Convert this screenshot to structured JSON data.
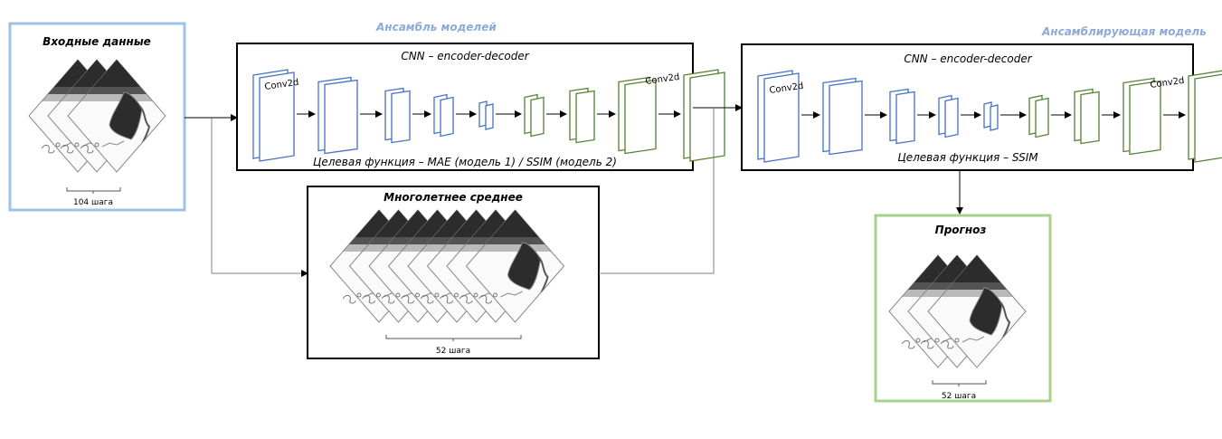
{
  "colors": {
    "input_border": "#9dc3e6",
    "forecast_border": "#a9d18e",
    "encoder_layer": "#4472c4",
    "decoder_layer": "#548235",
    "group_label": "#8eaadb",
    "box_border": "#000000",
    "connector": "#808080"
  },
  "groups": {
    "ensemble_label": "Ансамбль моделей",
    "ensembling_label": "Ансамблирующая модель"
  },
  "input": {
    "title": "Входные данные",
    "steps_label": "104 шага"
  },
  "model_box_1": {
    "title": "CNN – encoder-decoder",
    "first_layer_label": "Conv2d",
    "last_layer_label": "Conv2d",
    "loss_label": "Целевая функция – MAE (модель 1) / SSIM (модель 2)"
  },
  "climatology": {
    "title": "Многолетнее среднее",
    "steps_label": "52 шага"
  },
  "model_box_2": {
    "title": "CNN – encoder-decoder",
    "first_layer_label": "Conv2d",
    "last_layer_label": "Conv2d",
    "loss_label": "Целевая функция – SSIM"
  },
  "forecast": {
    "title": "Прогноз",
    "steps_label": "52 шага"
  }
}
